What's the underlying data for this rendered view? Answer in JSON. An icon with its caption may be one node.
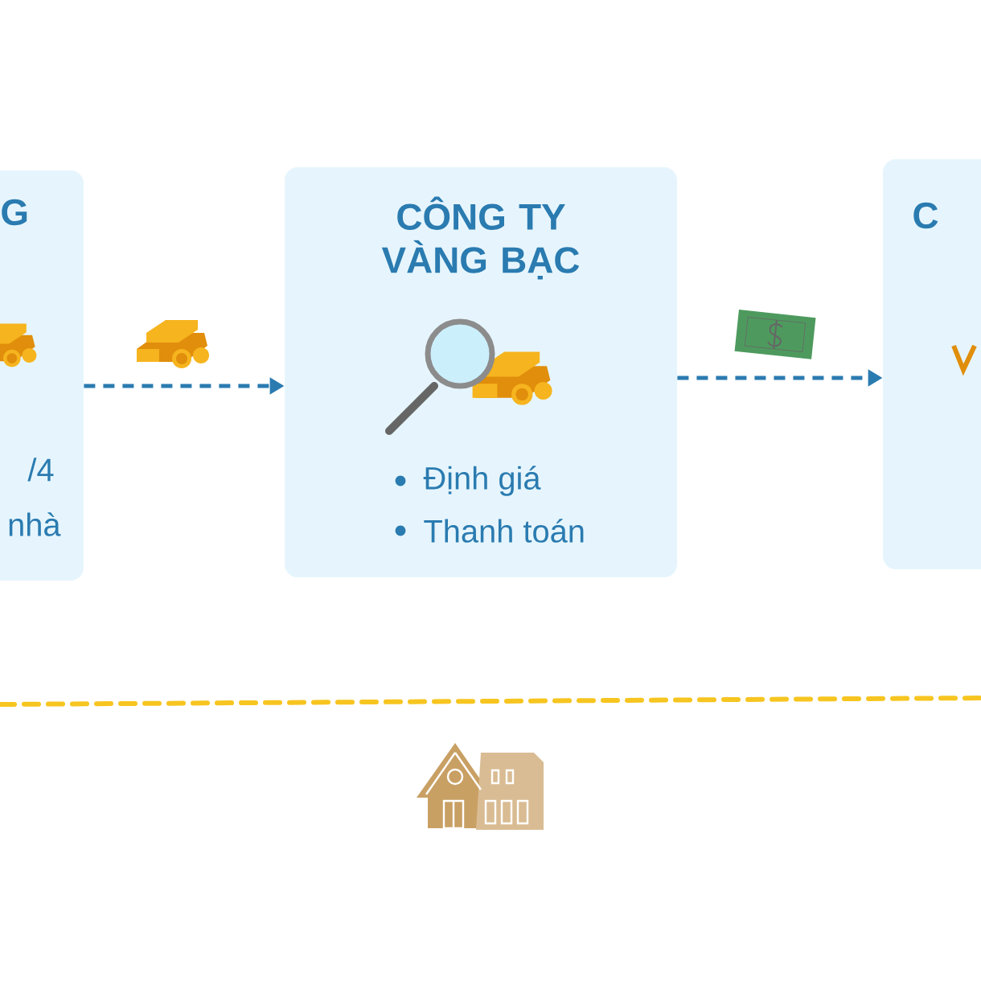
{
  "diagram": {
    "nodes": [
      {
        "text": [
          "G",
          "/4",
          "nhà"
        ]
      },
      {
        "text": [
          "CÔNG TY VÀNG BẠC",
          "Định giá",
          "Thanh toán"
        ]
      },
      {
        "text": [
          "C"
        ]
      }
    ],
    "edges": [
      {
        "from": 0,
        "to": 1,
        "arrow": "to",
        "style": "dashed"
      },
      {
        "from": 1,
        "to": 2,
        "arrow": "to",
        "style": "dashed"
      }
    ]
  }
}
